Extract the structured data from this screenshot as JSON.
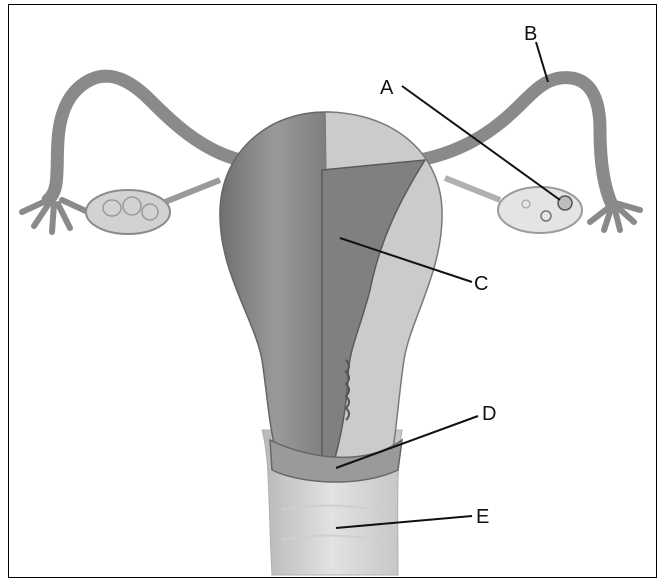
{
  "labels": {
    "a": "A",
    "b": "B",
    "c": "C",
    "d": "D",
    "e": "E"
  },
  "colors": {
    "tube": "#8e8e8e",
    "uterus_dark": "#7a7a7a",
    "uterus_light": "#c4c4c4",
    "ovary": "#d4d4d4",
    "line": "#111111"
  }
}
